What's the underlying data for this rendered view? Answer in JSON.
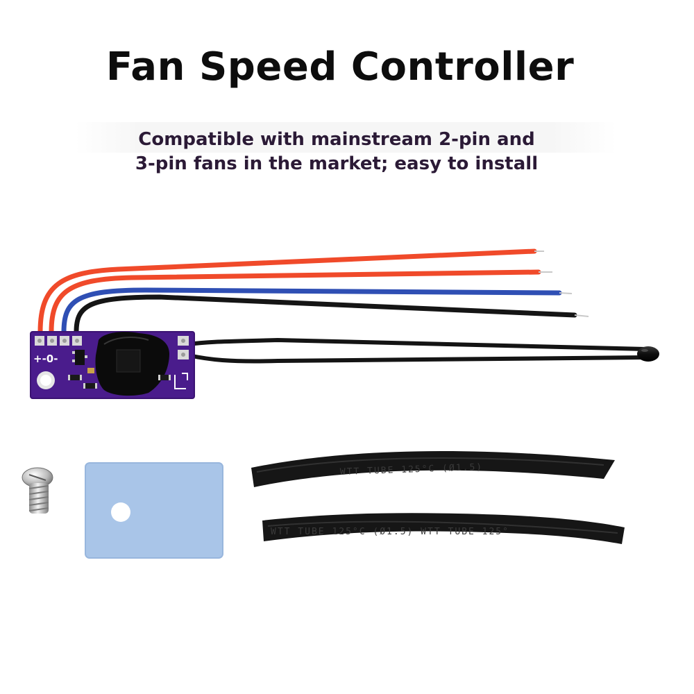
{
  "title": "Fan Speed Controller",
  "subtitle": {
    "line1": "Compatible with mainstream 2-pin and",
    "line2": "3-pin fans in the market; easy to install"
  },
  "pcb": {
    "pin_labels": "+-0-"
  },
  "heatshrink": {
    "tube1_text": "WTT  TUBE  125°C  (Ø1.5)",
    "tube2_text": "WTT  TUBE  125°C  (Ø1.5)   WTT  TUBE  125°"
  },
  "colors": {
    "pcb": "#4a1c8c",
    "wire_red": "#f04a2a",
    "wire_blue": "#2f4fb4",
    "wire_black": "#151515",
    "thermal_pad": "#a9c5e8",
    "tube": "#161616"
  }
}
